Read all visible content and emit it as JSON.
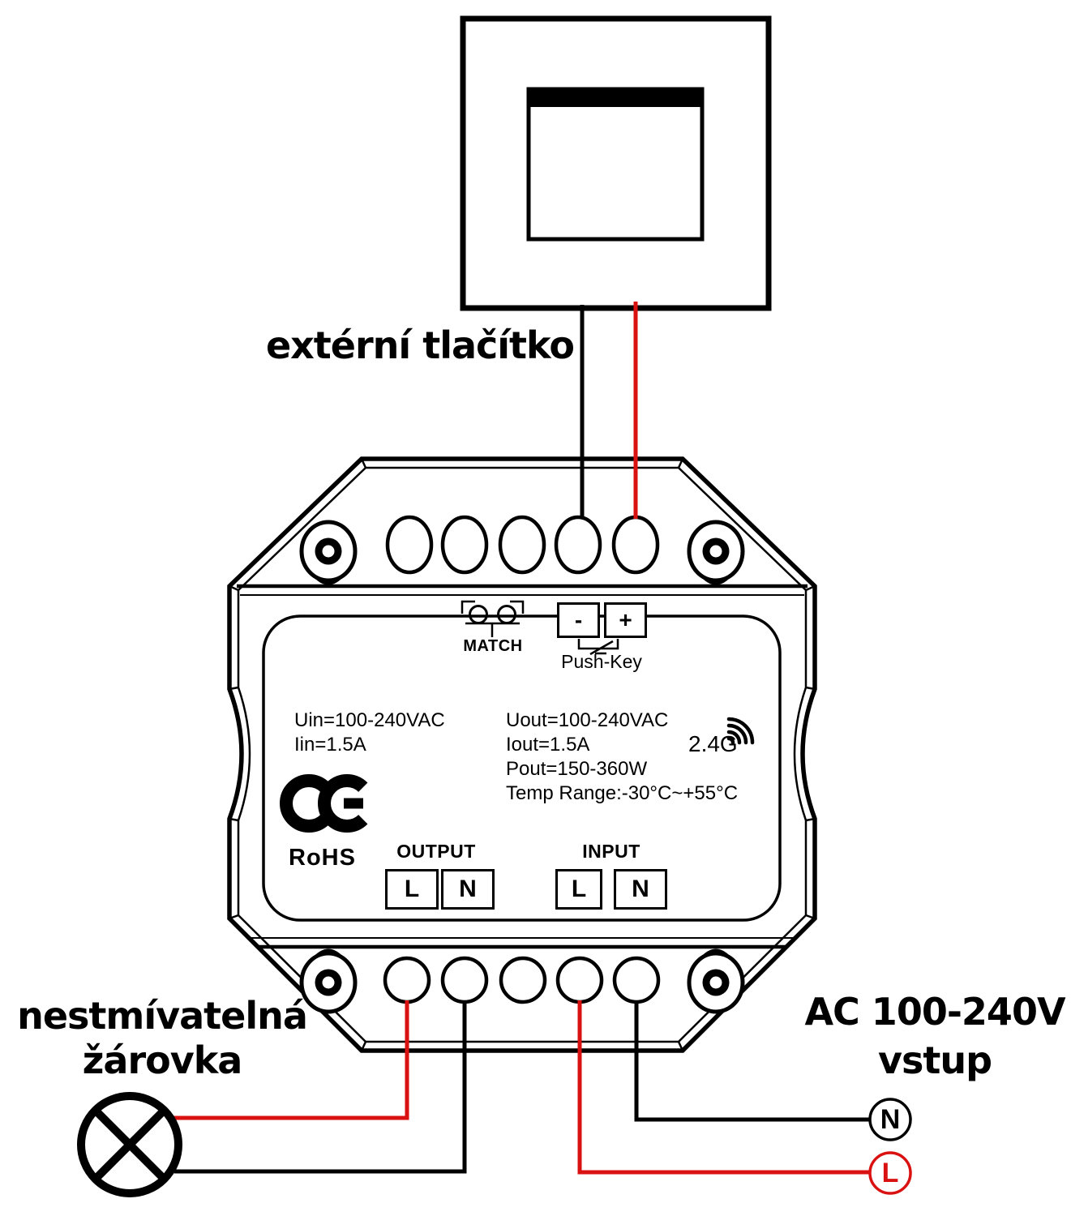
{
  "colors": {
    "wire_red": "#d91111",
    "wire_black": "#000000"
  },
  "external_button": {
    "label": "extérní tlačítko"
  },
  "device": {
    "match": {
      "label": "MATCH"
    },
    "push_key": {
      "minus": "-",
      "plus": "+",
      "label": "Push-Key"
    },
    "specs_left": {
      "line1": "Uin=100-240VAC",
      "line2": "Iin=1.5A"
    },
    "specs_right": {
      "line1": "Uout=100-240VAC",
      "line2": "Iout=1.5A",
      "line3": "Pout=150-360W",
      "line4": "Temp Range:-30°C~+55°C"
    },
    "radio": {
      "label": "2.4G"
    },
    "marks": {
      "ce": "CE",
      "rohs": "RoHS"
    },
    "output": {
      "label": "OUTPUT",
      "terminals": [
        "L",
        "N"
      ]
    },
    "input": {
      "label": "INPUT",
      "terminals": [
        "L",
        "N"
      ]
    }
  },
  "lamp": {
    "label_line1": "nestmívatelná",
    "label_line2": "žárovka"
  },
  "ac_input": {
    "label_line1": "AC 100-240V",
    "label_line2": "vstup",
    "neutral": "N",
    "line": "L"
  }
}
